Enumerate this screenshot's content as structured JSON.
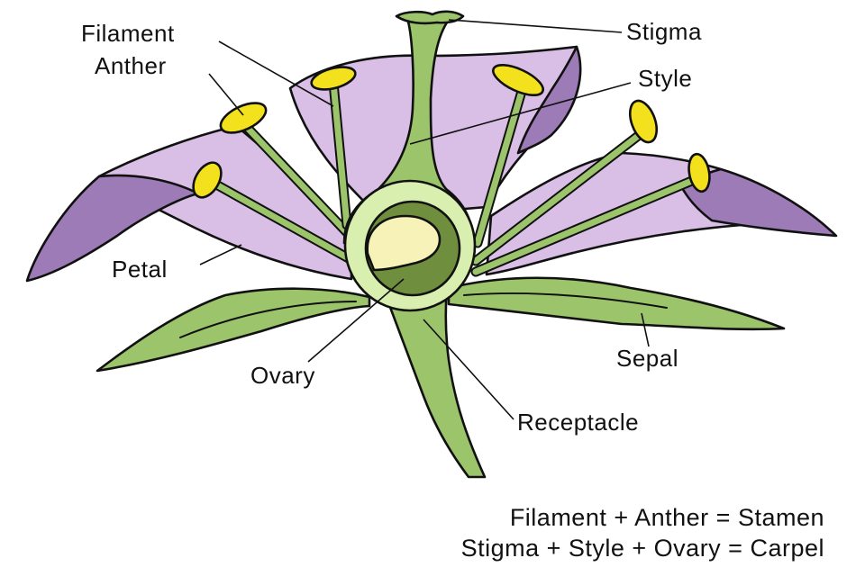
{
  "labels": {
    "filament": "Filament",
    "anther": "Anther",
    "stigma": "Stigma",
    "style": "Style",
    "petal": "Petal",
    "ovary": "Ovary",
    "sepal": "Sepal",
    "receptacle": "Receptacle"
  },
  "formulas": {
    "stamen": "Filament + Anther = Stamen",
    "carpel": "Stigma + Style + Ovary = Carpel"
  },
  "colors": {
    "petal_light": "#d9bfe6",
    "petal_dark": "#9c7bb6",
    "green": "#9cc46b",
    "green_dark": "#6f8f3f",
    "ovary_ring": "#d8efb0",
    "ovule": "#f7f2b8",
    "anther": "#f3e11d"
  }
}
